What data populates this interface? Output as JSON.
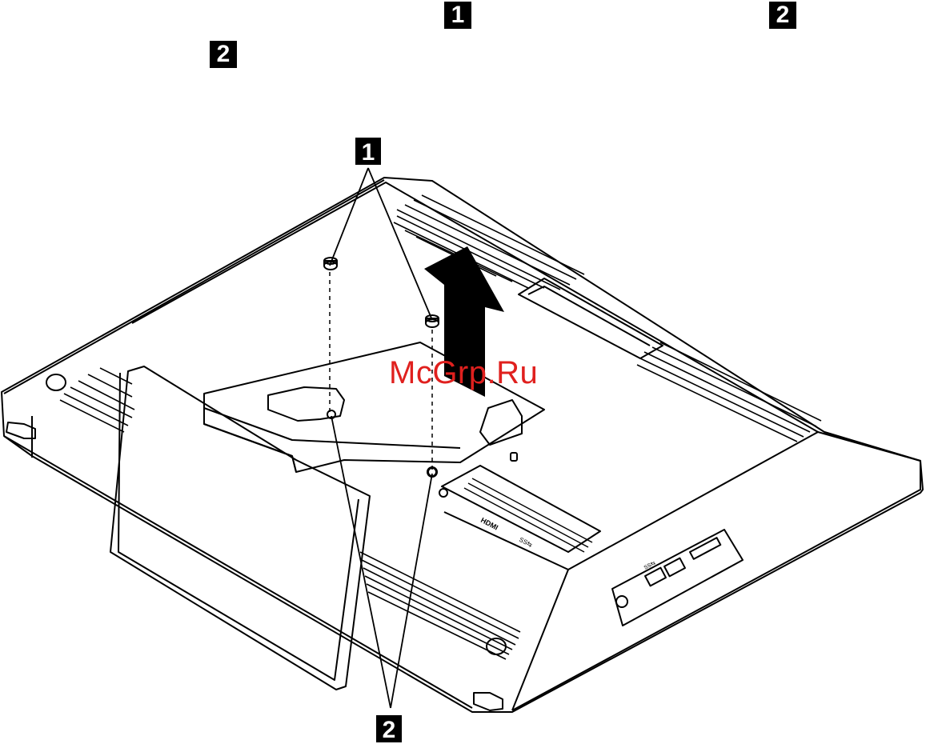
{
  "header_callouts": {
    "callout_a": "1",
    "callout_b": "2",
    "callout_c": "2"
  },
  "figure": {
    "callout_top": "1",
    "callout_bottom": "2",
    "port_labels": {
      "hdmi": "HDMI",
      "usb": "SS⇆",
      "usb3": "SS⇆"
    },
    "watermark": "McGrp.Ru"
  },
  "colors": {
    "ink": "#000000",
    "watermark": "#e0201e",
    "badge_text": "#ffffff"
  }
}
